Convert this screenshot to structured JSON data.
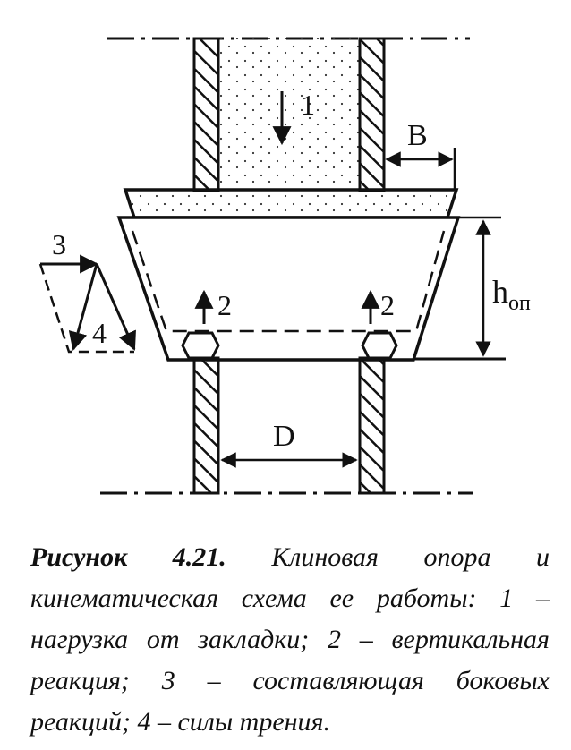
{
  "labels": {
    "load": "1",
    "reaction_left": "2",
    "reaction_right": "2",
    "side_component": "3",
    "friction": "4",
    "width_b": "B",
    "height_base": "h",
    "height_sub": "оп",
    "diameter": "D"
  },
  "caption": {
    "figure_number": "Рисунок 4.21.",
    "text": "Клиновая опора и кинематическая схема ее работы: 1 – нагрузка от закладки; 2 – вертикальная реакция; 3 – составляющая боковых реакций; 4 – силы трения."
  }
}
